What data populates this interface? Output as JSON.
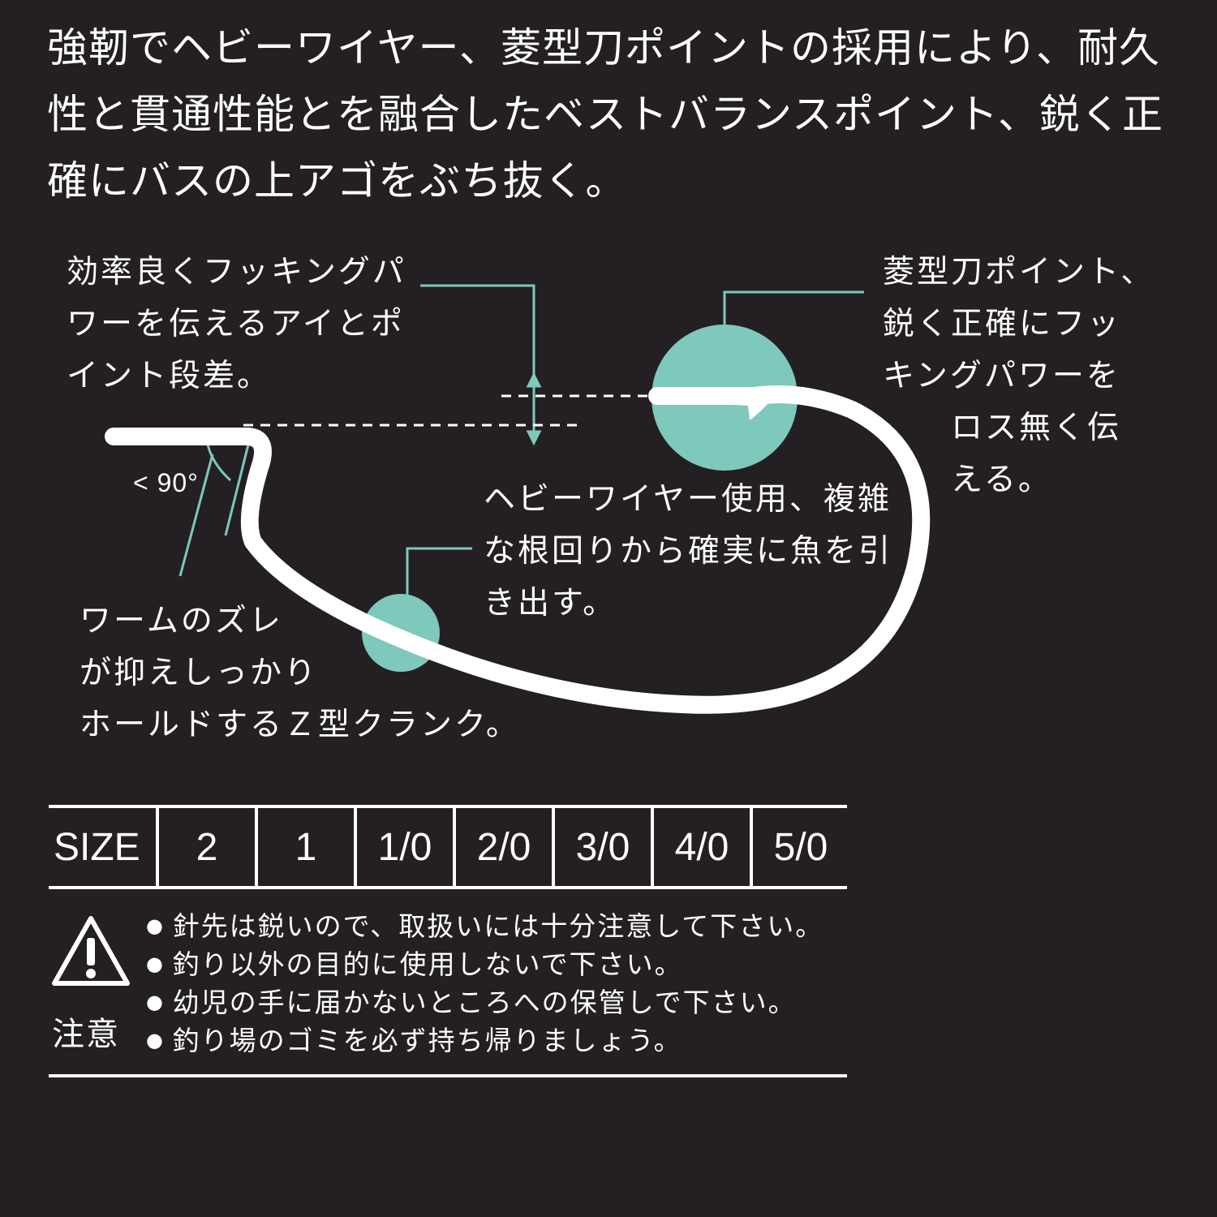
{
  "intro": "強靭でヘビーワイヤー、菱型刀ポイントの採用により、耐久性と貫通性能とを融合したベストバランスポイント、鋭く正確にバスの上アゴをぶち抜く。",
  "callouts": {
    "eye_step": "効率良くフッキングパワーを伝えるアイとポイント段差。",
    "point": [
      "菱型刀ポイント、",
      "鋭く正確にフッ",
      "キングパワーを",
      "　　ロス無く伝",
      "　　える。"
    ],
    "heavy_wire": "ヘビーワイヤー使用、複雑な根回りから確実に魚を引き出す。",
    "z_crank": [
      "ワームのズレ",
      "が抑えしっかり",
      "ホールドするＺ型クランク。"
    ],
    "angle": "< 90°"
  },
  "colors": {
    "background": "#231f22",
    "accent": "#7fc8bc",
    "text": "#ffffff"
  },
  "size_table": {
    "header": "SIZE",
    "sizes": [
      "2",
      "1",
      "1/0",
      "2/0",
      "3/0",
      "4/0",
      "5/0"
    ]
  },
  "warning": {
    "icon": "warning-triangle-icon",
    "label": "注意",
    "items": [
      "針先は鋭いので、取扱いには十分注意して下さい。",
      "釣り以外の目的に使用しないで下さい。",
      "幼児の手に届かないところへの保管しで下さい。",
      "釣り場のゴミを必ず持ち帰りましょう。"
    ]
  }
}
